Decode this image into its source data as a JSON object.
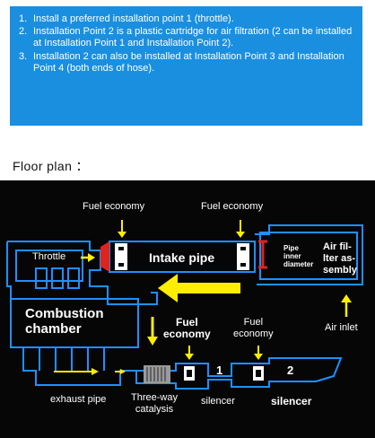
{
  "notes": [
    {
      "num": "1.",
      "text": "Install a preferred installation point 1 (throttle)."
    },
    {
      "num": "2.",
      "text": "Installation Point 2 is a plastic cartridge for air filtration (2 can be installed at Installation Point 1 and Installation Point 2)."
    },
    {
      "num": "3.",
      "text": "Installation 2 can also be installed at Installation Point 3 and Installation Point 4 (both ends of hose)."
    }
  ],
  "floor_plan_title": "Floor plan ：",
  "diagram": {
    "fuel_economy_left": "Fuel economy",
    "fuel_economy_right": "Fuel economy",
    "throttle": "Throttle",
    "intake_pipe": "Intake pipe",
    "pipe_inner_diameter": "Pipe\ninner\ndiameter",
    "air_filter_assembly": "Air fil-\nlter as-\nsembly",
    "combustion_chamber": "Combustion\nchamber",
    "fuel_economy_bold": "Fuel\neconomy",
    "fuel_economy_small": "Fuel\neconomy",
    "air_inlet": "Air inlet",
    "exhaust_pipe": "exhaust pipe",
    "three_way_catalysis": "Three-way\ncatalysis",
    "silencer_1_label": "silencer",
    "silencer_2_label": "silencer",
    "silencer_1_num": "1",
    "silencer_2_num": "2",
    "colors": {
      "pipe_outline": "#1e90ff",
      "arrow": "#ffee00",
      "throttle_marker": "#e0231b",
      "background": "#060606",
      "note_box": "#1a8fe0"
    }
  }
}
